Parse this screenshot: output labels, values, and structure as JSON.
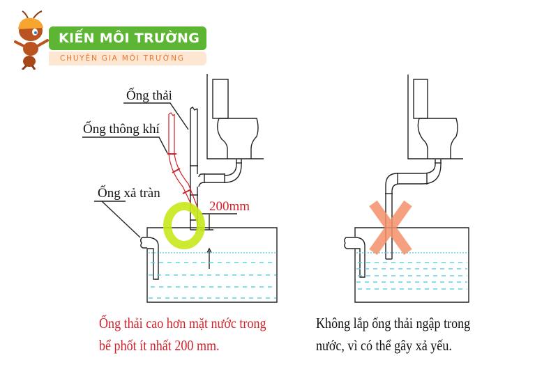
{
  "logo": {
    "title": "KIẾN MÔI TRƯỜNG",
    "subtitle": "CHUYÊN GIA MÔI TRƯỜNG",
    "brand_green": "#5cb533",
    "brand_orange": "#e8772e",
    "mascot_icon": "ant-mascot-icon"
  },
  "left_diagram": {
    "labels": {
      "waste_pipe": "Ống thải",
      "vent_pipe": "Ống thông khí",
      "overflow_pipe": "Ống xả tràn",
      "dimension": "200mm"
    },
    "highlight_color": "#c8e81a",
    "caption": {
      "line1": "Ống thải cao hơn mặt nước trong",
      "line2": "bể phốt ít nhất 200 mm."
    },
    "caption_color": "#d0222a"
  },
  "right_diagram": {
    "cross_icon": "x-mark-icon",
    "cross_color": "#f4916a",
    "caption": {
      "line1": "Không lắp ống thải ngập trong",
      "line2": "nước, vì có thể gây xả yếu."
    }
  },
  "water_color": "#5fd3e0"
}
